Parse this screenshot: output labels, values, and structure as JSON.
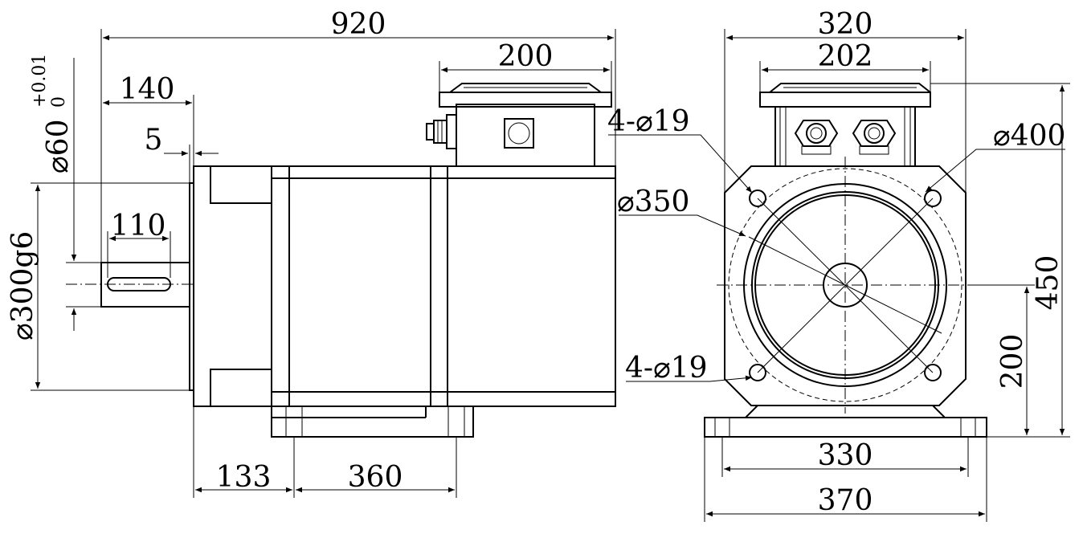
{
  "side_view": {
    "overall_length": "920",
    "terminal_box_length": "200",
    "shaft_extension": "140",
    "spigot_depth": "5",
    "key_length": "110",
    "shaft_diameter": "⌀60",
    "shaft_tolerance_upper": "+0.01",
    "shaft_tolerance_lower": "0",
    "flange_spigot": "⌀300g6",
    "foot_offset": "133",
    "foot_spacing": "360"
  },
  "end_view": {
    "overall_width": "320",
    "terminal_box_width": "202",
    "mounting_holes_top": "4-⌀19",
    "pcd_outer": "⌀400",
    "pcd_inner": "⌀350",
    "overall_height": "450",
    "shaft_height": "200",
    "mounting_holes_bottom": "4-⌀19",
    "foot_hole_spacing": "330",
    "foot_width": "370"
  }
}
